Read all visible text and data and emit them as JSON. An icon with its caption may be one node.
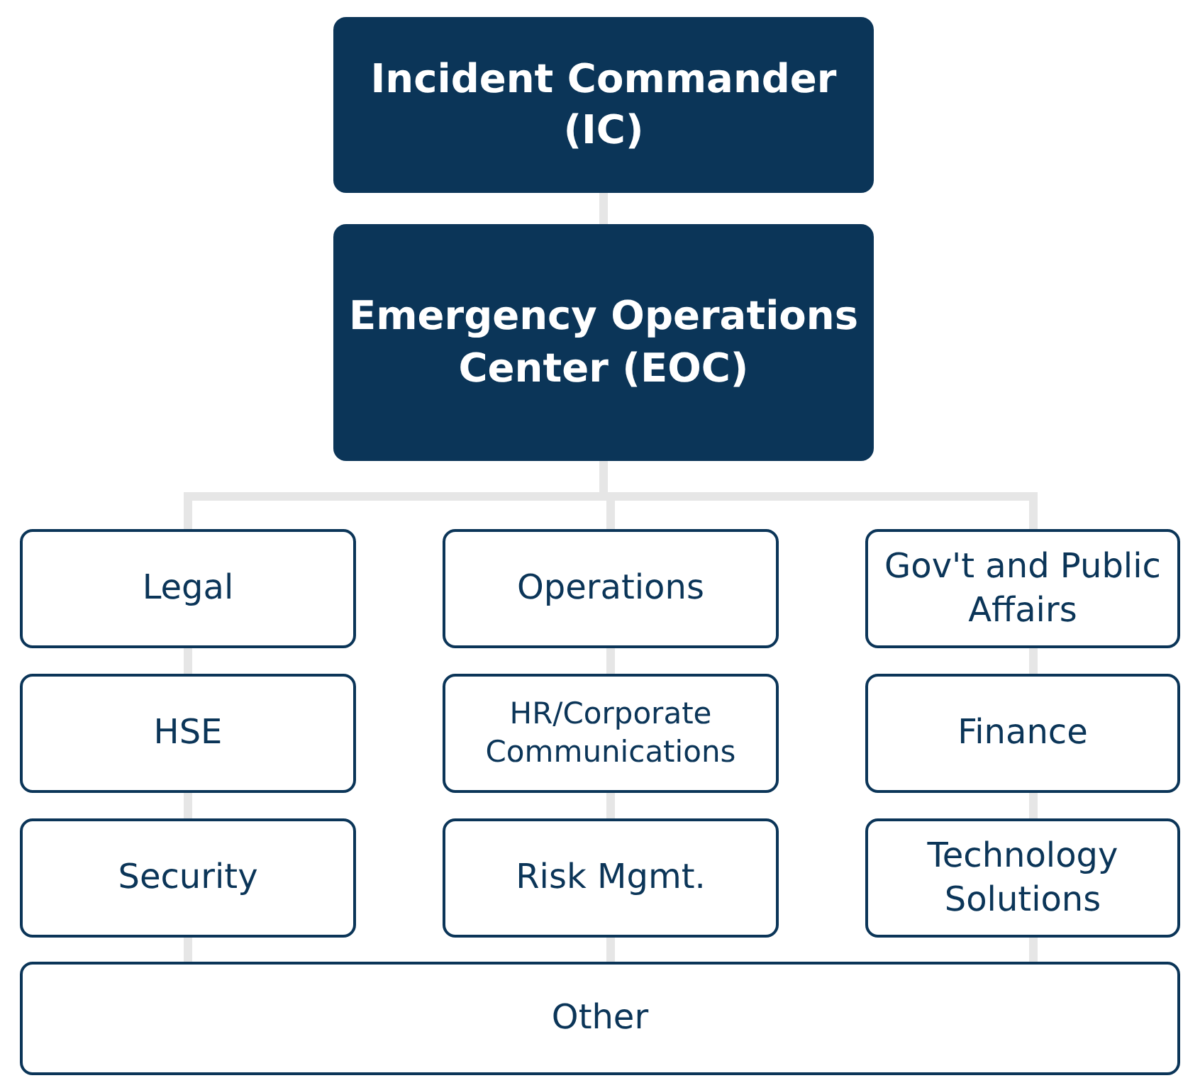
{
  "diagram": {
    "nodes": [
      {
        "text": [
          "Incident Commander (IC)"
        ]
      },
      {
        "text": [
          "Emergency Operations Center (EOC)"
        ]
      },
      {
        "text": [
          "Legal"
        ]
      },
      {
        "text": [
          "Operations"
        ]
      },
      {
        "text": [
          "Gov't and Public Affairs"
        ]
      },
      {
        "text": [
          "HSE"
        ]
      },
      {
        "text": [
          "HR/Corporate Communications"
        ]
      },
      {
        "text": [
          "Finance"
        ]
      },
      {
        "text": [
          "Security"
        ]
      },
      {
        "text": [
          "Risk Mgmt."
        ]
      },
      {
        "text": [
          "Technology Solutions"
        ]
      },
      {
        "text": [
          "Other"
        ]
      }
    ],
    "edges": [
      {
        "from": 0,
        "to": 1,
        "arrow": "none"
      },
      {
        "from": 1,
        "to": 2,
        "arrow": "none"
      },
      {
        "from": 1,
        "to": 3,
        "arrow": "none"
      },
      {
        "from": 1,
        "to": 4,
        "arrow": "none"
      },
      {
        "from": 2,
        "to": 5,
        "arrow": "none"
      },
      {
        "from": 5,
        "to": 8,
        "arrow": "none"
      },
      {
        "from": 8,
        "to": 11,
        "arrow": "none"
      },
      {
        "from": 3,
        "to": 6,
        "arrow": "none"
      },
      {
        "from": 6,
        "to": 9,
        "arrow": "none"
      },
      {
        "from": 9,
        "to": 11,
        "arrow": "none"
      },
      {
        "from": 4,
        "to": 7,
        "arrow": "none"
      },
      {
        "from": 7,
        "to": 10,
        "arrow": "none"
      },
      {
        "from": 10,
        "to": 11,
        "arrow": "none"
      }
    ]
  }
}
